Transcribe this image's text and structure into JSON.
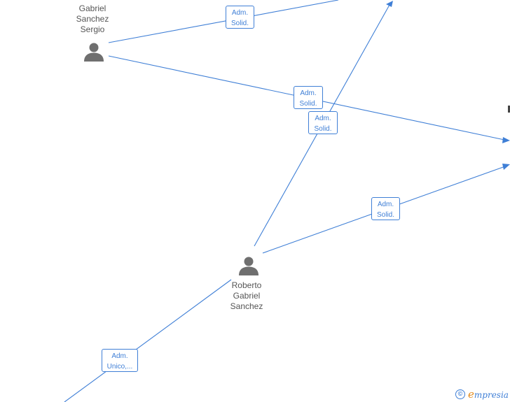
{
  "people": [
    {
      "id": "gabriel-sanchez-sergio",
      "lines": [
        "Gabriel",
        "Sanchez",
        "Sergio"
      ]
    },
    {
      "id": "roberto-gabriel-sanchez",
      "lines": [
        "Roberto",
        "Gabriel",
        "Sanchez"
      ]
    }
  ],
  "relations": [
    {
      "line1": "Adm.",
      "line2": "Solid."
    },
    {
      "line1": "Adm.",
      "line2": "Solid."
    },
    {
      "line1": "Adm.",
      "line2": "Solid."
    },
    {
      "line1": "Adm.",
      "line2": "Solid."
    },
    {
      "line1": "Adm.",
      "line2": "Unico,..."
    }
  ],
  "brand": {
    "copyright_symbol": "©",
    "initial": "e",
    "name_rest": "mpresia"
  },
  "colors": {
    "edge": "#3f7fd6",
    "person_icon": "#6f6f6f",
    "label_text": "#555555",
    "brand_accent": "#e38b1c"
  },
  "icons": [
    "person-icon",
    "arrow-head-icon",
    "copyright-icon"
  ]
}
